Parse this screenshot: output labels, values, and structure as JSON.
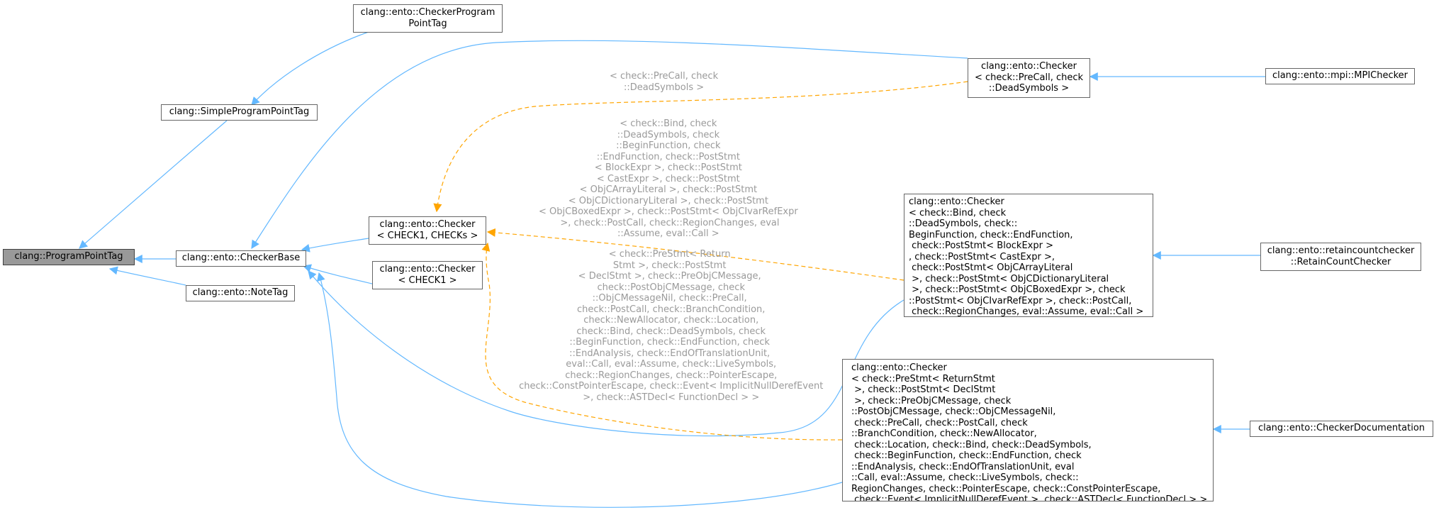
{
  "nodes": {
    "program_point_tag": "clang::ProgramPointTag",
    "simple_program_point_tag": "clang::SimpleProgramPointTag",
    "checker_program_point_tag": "clang::ento::CheckerProgram\nPointTag",
    "checker_base": "clang::ento::CheckerBase",
    "note_tag": "clang::ento::NoteTag",
    "checker_check1_checks": "clang::ento::Checker\n< CHECK1, CHECKs >",
    "checker_check1": "clang::ento::Checker\n< CHECK1 >",
    "checker_precall_deadsymbols": "clang::ento::Checker\n< check::PreCall, check\n::DeadSymbols >",
    "mpi_checker": "clang::ento::mpi::MPIChecker",
    "checker_bind_list": "clang::ento::Checker\n< check::Bind, check\n::DeadSymbols, check::\nBeginFunction, check::EndFunction,\n check::PostStmt< BlockExpr >\n, check::PostStmt< CastExpr >,\n check::PostStmt< ObjCArrayLiteral\n >, check::PostStmt< ObjCDictionaryLiteral\n >, check::PostStmt< ObjCBoxedExpr >, check\n::PostStmt< ObjCIvarRefExpr >, check::PostCall,\n check::RegionChanges, eval::Assume, eval::Call >",
    "retain_count_checker": "clang::ento::retaincountchecker\n::RetainCountChecker",
    "checker_prestmt_list": "clang::ento::Checker\n< check::PreStmt< ReturnStmt\n >, check::PostStmt< DeclStmt\n >, check::PreObjCMessage, check\n::PostObjCMessage, check::ObjCMessageNil,\n check::PreCall, check::PostCall, check\n::BranchCondition, check::NewAllocator,\n check::Location, check::Bind, check::DeadSymbols,\n check::BeginFunction, check::EndFunction, check\n::EndAnalysis, check::EndOfTranslationUnit, eval\n::Call, eval::Assume, check::LiveSymbols, check::\nRegionChanges, check::PointerEscape, check::ConstPointerEscape,\n check::Event< ImplicitNullDerefEvent >, check::ASTDecl< FunctionDecl > >",
    "checker_documentation": "clang::ento::CheckerDocumentation"
  },
  "edge_labels": {
    "precall_deadsymbols": "< check::PreCall, check\n::DeadSymbols >",
    "bind_list": "< check::Bind, check\n::DeadSymbols, check\n::BeginFunction, check\n::EndFunction, check::PostStmt\n< BlockExpr >, check::PostStmt\n< CastExpr >, check::PostStmt\n< ObjCArrayLiteral >, check::PostStmt\n< ObjCDictionaryLiteral >, check::PostStmt\n< ObjCBoxedExpr >, check::PostStmt< ObjCIvarRefExpr\n >, check::PostCall, check::RegionChanges, eval\n::Assume, eval::Call >",
    "prestmt_list": "< check::PreStmt< Return\nStmt >, check::PostStmt\n< DeclStmt >, check::PreObjCMessage,\n check::PostObjCMessage, check\n::ObjCMessageNil, check::PreCall,\n check::PostCall, check::BranchCondition,\n check::NewAllocator, check::Location,\n check::Bind, check::DeadSymbols, check\n::BeginFunction, check::EndFunction, check\n::EndAnalysis, check::EndOfTranslationUnit,\n eval::Call, eval::Assume, check::LiveSymbols,\n check::RegionChanges, check::PointerEscape,\n check::ConstPointerEscape, check::Event< ImplicitNullDerefEvent\n >, check::ASTDecl< FunctionDecl > >"
  },
  "colors": {
    "inheritance_edge": "#63b8ff",
    "template_edge": "#ffa500",
    "root_node_fill": "#999999",
    "node_border": "#666666",
    "edge_label_text": "#9a9a9a"
  }
}
